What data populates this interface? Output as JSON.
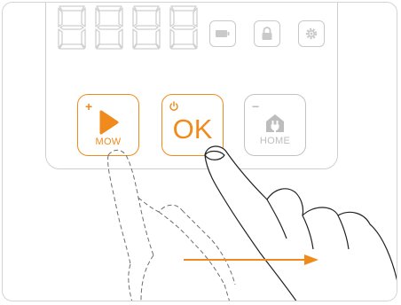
{
  "display": {
    "digits": "8888"
  },
  "status_icons": [
    "battery-icon",
    "lock-icon",
    "settings-gear-icon"
  ],
  "buttons": {
    "mow": {
      "label": "MOW",
      "modifier": "+",
      "icon": "play-icon"
    },
    "ok": {
      "label": "OK",
      "modifier": "power-icon"
    },
    "home": {
      "label": "HOME",
      "modifier": "−",
      "icon": "house-plug-icon"
    }
  },
  "gesture": {
    "type": "swipe",
    "direction": "right"
  },
  "colors": {
    "accent": "#f08a1c",
    "inactive": "#c2c2c2",
    "outline": "#cfcfcf"
  }
}
